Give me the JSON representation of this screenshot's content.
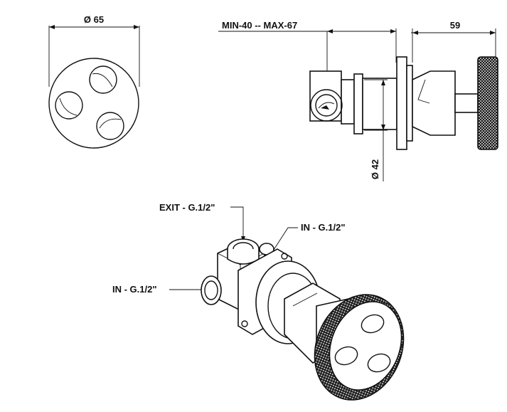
{
  "dimensions": {
    "diameter_65": "Ø 65",
    "min_max": "MIN-40 -- MAX-67",
    "depth_59": "59",
    "diameter_42": "Ø 42"
  },
  "ports": {
    "exit": "EXIT - G.1/2\"",
    "in_right": "IN - G.1/2\"",
    "in_left": "IN - G.1/2\""
  },
  "colors": {
    "line": "#111111",
    "background": "#ffffff"
  }
}
